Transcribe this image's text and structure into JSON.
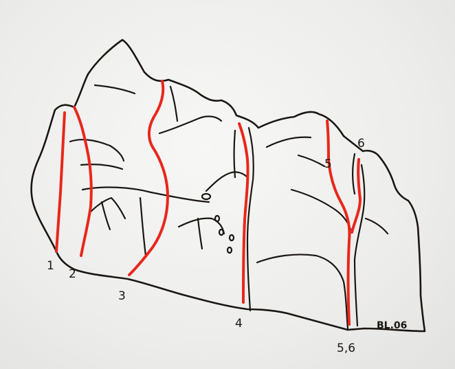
{
  "topo": {
    "sector_label": "BL.06",
    "route_color": "#e8271c",
    "routes": [
      {
        "number": "1",
        "label": "1"
      },
      {
        "number": "2",
        "label": "2"
      },
      {
        "number": "3",
        "label": "3"
      },
      {
        "number": "4",
        "label": "4"
      },
      {
        "number": "5",
        "label": "5"
      },
      {
        "number": "6",
        "label": "6"
      },
      {
        "number": "5,6",
        "label": "5,6"
      }
    ]
  }
}
